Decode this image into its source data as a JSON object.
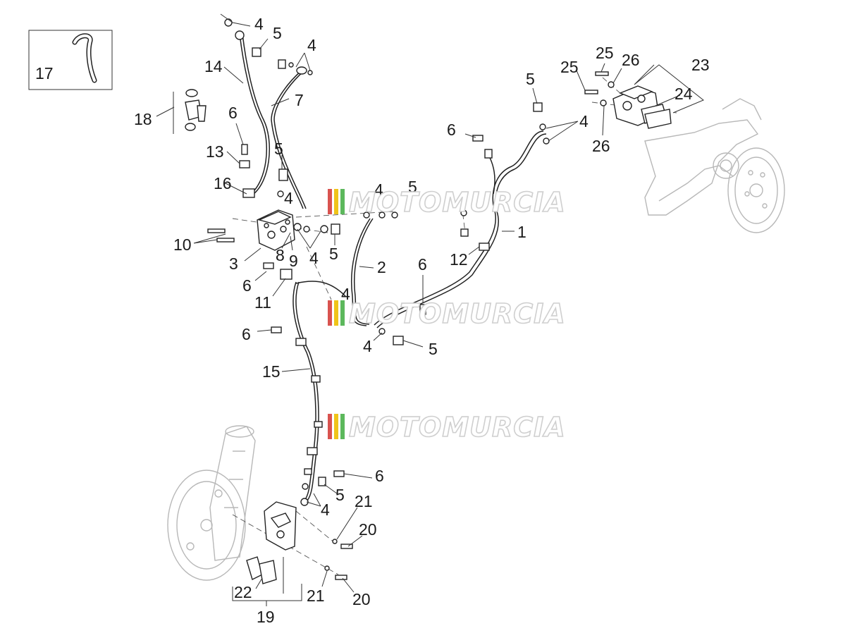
{
  "diagram": {
    "callouts": [
      "1",
      "2",
      "3",
      "4",
      "5",
      "6",
      "7",
      "8",
      "9",
      "10",
      "11",
      "12",
      "13",
      "14",
      "15",
      "16",
      "17",
      "18",
      "19",
      "20",
      "21",
      "22",
      "23",
      "24",
      "25",
      "26"
    ]
  },
  "watermark": {
    "text": "MOTOMURCIA",
    "stripe_colors": [
      "#d9534f",
      "#f0c419",
      "#5cb85c"
    ]
  }
}
